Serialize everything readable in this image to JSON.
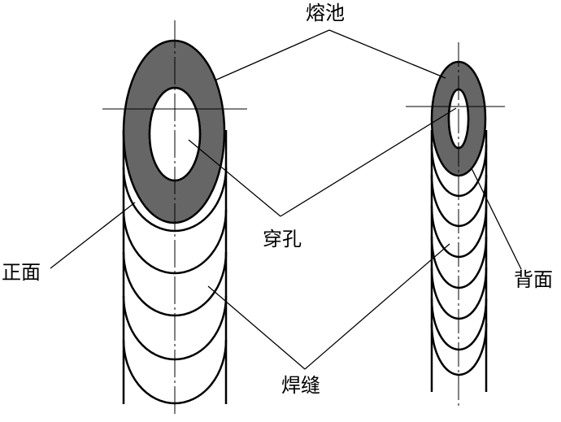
{
  "labels": {
    "molten_pool": "熔池",
    "keyhole": "穿孔",
    "front_side": "正面",
    "back_side": "背面",
    "weld_seam": "焊缝"
  },
  "colors": {
    "molten_pool_fill": "#666666",
    "line": "#000000",
    "background": "#ffffff"
  }
}
